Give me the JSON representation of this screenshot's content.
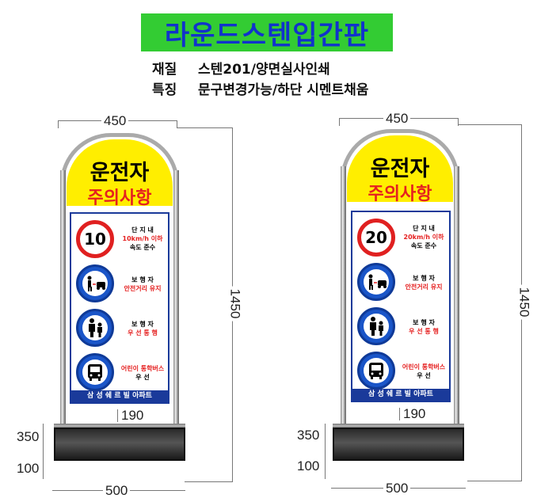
{
  "title": "라운드스텐입간판",
  "specs": {
    "material_label": "재질",
    "material_value": "스텐201/양면실사인쇄",
    "feature_label": "특징",
    "feature_value": "문구변경가능/하단 시멘트채움"
  },
  "dimensions": {
    "width": "450",
    "height": "1450",
    "inner_width": "190",
    "base_depth": "350",
    "base_height": "100",
    "base_width": "500"
  },
  "signs": [
    {
      "header_line1": "운전자",
      "header_line2": "주의사항",
      "speed_limit": "10",
      "rows": [
        {
          "line1": "단 지 내",
          "line2": "10km/h 이하",
          "line3": "속도 준수",
          "icon": "speed-limit-icon"
        },
        {
          "line1": "보 행 자",
          "line2": "안전거리 유지",
          "icon": "pedestrian-car-icon"
        },
        {
          "line1": "보 행 자",
          "line2": "우 선 통 행",
          "icon": "parent-child-icon"
        },
        {
          "line1": "어린이 통학버스",
          "line2": "우 선",
          "icon": "bus-icon"
        }
      ],
      "footer": "삼 성 쉐 르 빌 아파트"
    },
    {
      "header_line1": "운전자",
      "header_line2": "주의사항",
      "speed_limit": "20",
      "rows": [
        {
          "line1": "단 지 내",
          "line2": "20km/h 이하",
          "line3": "속도 준수",
          "icon": "speed-limit-icon"
        },
        {
          "line1": "보 행 자",
          "line2": "안전거리 유지",
          "icon": "pedestrian-car-icon"
        },
        {
          "line1": "보 행 자",
          "line2": "우 선 통 행",
          "icon": "parent-child-icon"
        },
        {
          "line1": "어린이 통학버스",
          "line2": "우 선",
          "icon": "bus-icon"
        }
      ],
      "footer": "삼 성 쉐 르 빌 아파트"
    }
  ],
  "colors": {
    "title_bg": "#33cc33",
    "title_text": "#1133cc",
    "header_bg": "#ffee00",
    "accent_red": "#e52020",
    "panel_blue": "#1a3a9a",
    "sign_blue": "#1a55c8"
  }
}
